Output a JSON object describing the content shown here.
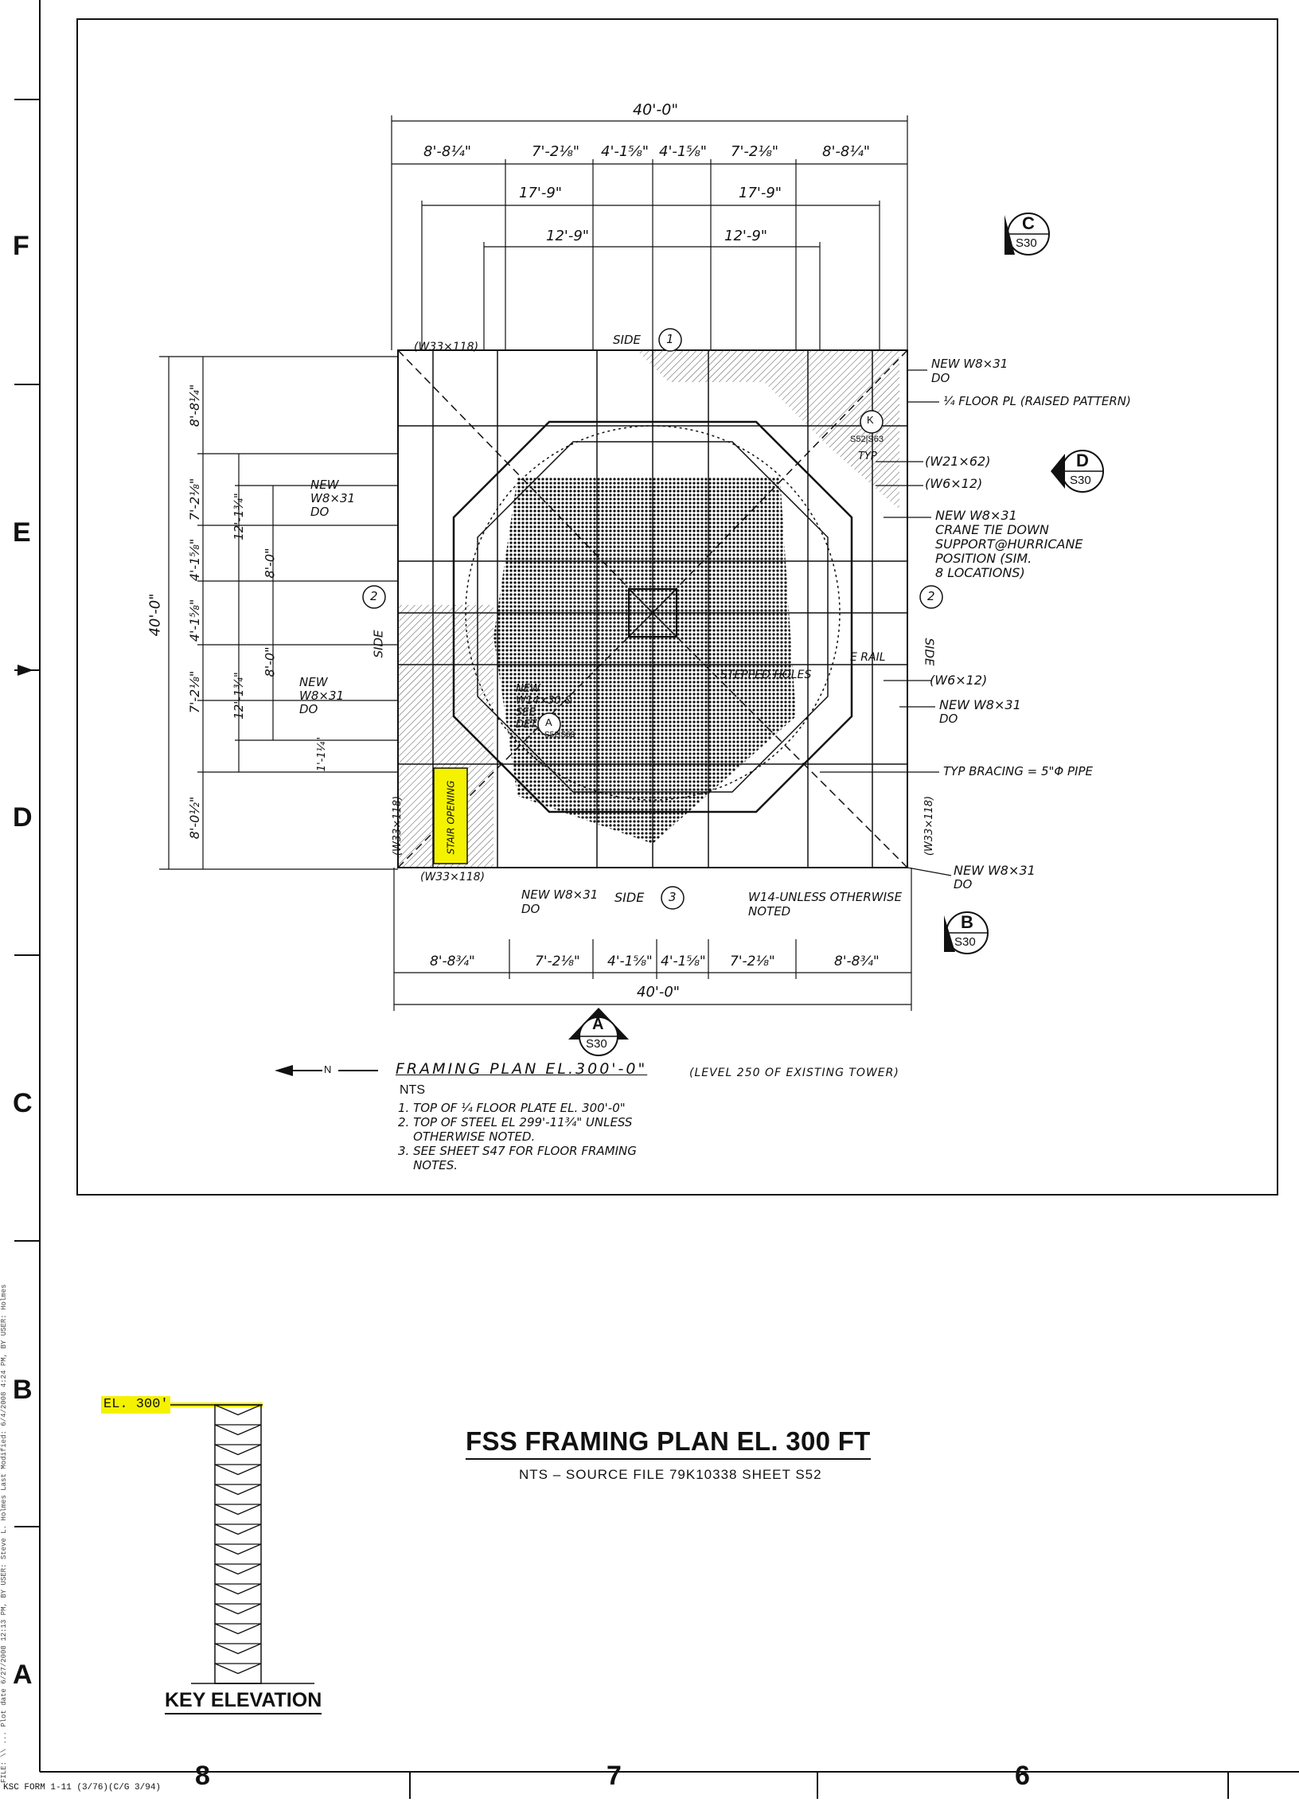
{
  "sheet": {
    "zones_rows": [
      "F",
      "E",
      "D",
      "C",
      "B",
      "A"
    ],
    "zones_cols": [
      "8",
      "7",
      "6"
    ],
    "form_label": "KSC FORM 1-11 (3/76)(C/G 3/94)",
    "side_note": "FILE: \\\\ ... Plot date 6/27/2008 12:13 PM, BY USER: Steve L. Holmes   Last Modified: 6/4/2008 4:24 PM, BY USER: Holmes"
  },
  "title": {
    "main": "FSS FRAMING PLAN EL. 300 FT",
    "sub": "NTS  –  SOURCE FILE 79K10338 SHEET S52"
  },
  "key_elevation": {
    "label": "KEY ELEVATION",
    "el_tag": "EL. 300'",
    "highlight_color": "#f5f200"
  },
  "plan": {
    "title": "FRAMING PLAN EL.300'-0\"",
    "title_note": "(LEVEL 250 OF EXISTING TOWER)",
    "north": "N",
    "nts": "NTS",
    "notes": [
      "1. TOP OF ¼ FLOOR PLATE EL. 300'-0\"",
      "2. TOP OF STEEL EL 299'-11¾\" UNLESS",
      "    OTHERWISE NOTED.",
      "3. SEE SHEET S47 FOR FLOOR FRAMING",
      "    NOTES."
    ],
    "dims_top": {
      "overall": "40'-0\"",
      "segments": [
        "8'-8¼\"",
        "7'-2⅛\"",
        "4'-1⅝\"",
        "4'-1⅝\"",
        "7'-2⅛\"",
        "8'-8¼\""
      ],
      "mid": [
        "17'-9\"",
        "17'-9\""
      ],
      "inner": [
        "12'-9\"",
        "12'-9\""
      ]
    },
    "dims_bottom": {
      "overall": "40'-0\"",
      "segments": [
        "8'-8¾\"",
        "7'-2⅛\"",
        "4'-1⅝\"",
        "4'-1⅝\"",
        "7'-2⅛\"",
        "8'-8¾\""
      ]
    },
    "dims_left": {
      "overall": "40'-0\"",
      "segments": [
        "8'-8¼\"",
        "7'-2⅛\"",
        "4'-1⅝\"",
        "4'-1⅝\"",
        "7'-2⅛\"",
        "8'-0½\""
      ],
      "mid": [
        "12'-1¾\"",
        "12'-1¾\""
      ],
      "inner": [
        "8'-0\"",
        "8'-0\""
      ],
      "small": "1'-1¼\""
    },
    "sides": [
      "SIDE",
      "1",
      "SIDE",
      "2",
      "SIDE",
      "3",
      "SIDE",
      "2"
    ],
    "section_marks": [
      {
        "letter": "C",
        "sheet": "S30"
      },
      {
        "letter": "D",
        "sheet": "S30"
      },
      {
        "letter": "B",
        "sheet": "S30"
      },
      {
        "letter": "A",
        "sheet": "S30"
      }
    ],
    "callouts": {
      "new_w8_top": "NEW W8×31",
      "do": "DO",
      "floor_pl": "¼ FLOOR PL (RAISED PATTERN)",
      "w21x62": "(W21×62)",
      "w6x12": "(W6×12)",
      "crane": [
        "NEW W8×31",
        "CRANE TIE DOWN",
        "SUPPORT@HURRICANE",
        "POSITION (SIM.",
        "8 LOCATIONS)"
      ],
      "typ_bracing": "TYP BRACING = 5\"Φ PIPE",
      "new_w8_right": "NEW W8×31",
      "w14": [
        "W14-UNLESS OTHERWISE",
        "NOTED"
      ],
      "new_w8_left": [
        "NEW",
        "W8×31",
        "DO"
      ],
      "new_w8_bottom": "NEW W8×31",
      "w33_top": "(W33×118)",
      "w33_bottom": "(W33×118)",
      "w33_left": "(W33×118)",
      "w33_right": "(W33×118)",
      "stair": "STAIR OPENING",
      "stepped": "STEPPED HOLES",
      "e_rail": "E RAIL",
      "typ": "TYP",
      "new_w14": [
        "NEW",
        "W14×30 &",
        "SEE",
        "DET."
      ],
      "k_tag": "K",
      "k_sheet": "S52|S63",
      "a_tag": "A",
      "a_sheet": "S52|S63"
    }
  }
}
